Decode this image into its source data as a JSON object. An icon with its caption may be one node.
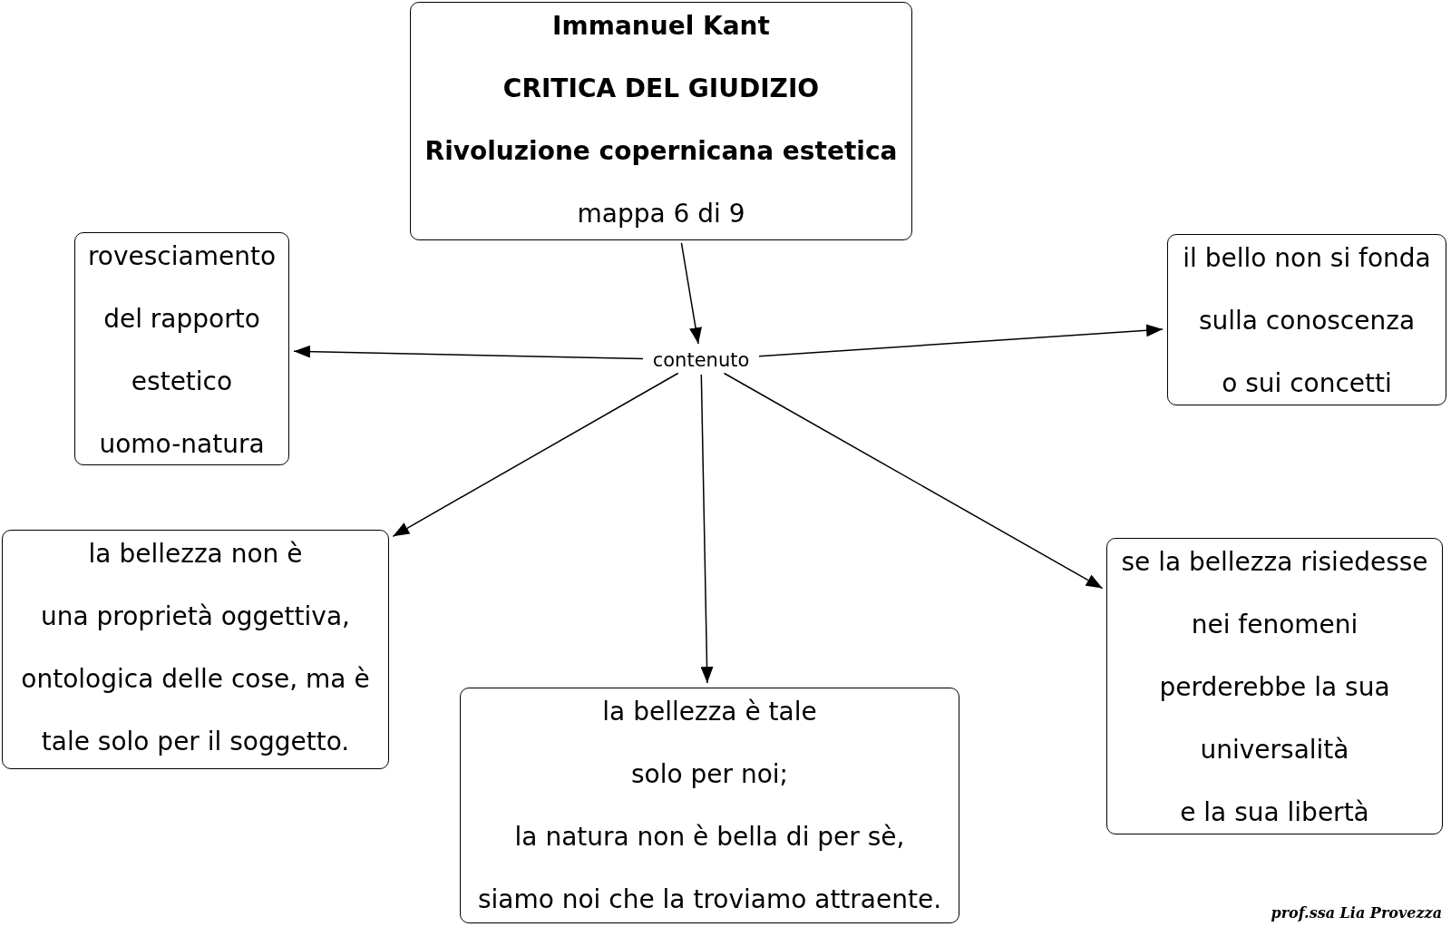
{
  "diagram": {
    "nodes": [
      {
        "text": [
          "Immanuel Kant",
          "CRITICA DEL GIUDIZIO",
          "Rivoluzione copernicana estetica",
          "mappa 6 di 9"
        ]
      },
      {
        "text": [
          "contenuto"
        ]
      },
      {
        "text": [
          "rovesciamento",
          "del rapporto",
          "estetico",
          "uomo-natura"
        ]
      },
      {
        "text": [
          "il bello non si fonda",
          "sulla conoscenza",
          "o sui concetti"
        ]
      },
      {
        "text": [
          "la bellezza non è",
          "una proprietà oggettiva,",
          "ontologica delle cose, ma è",
          "tale solo per il soggetto."
        ]
      },
      {
        "text": [
          "la bellezza è tale",
          "solo per noi;",
          "la natura non è bella di per sè,",
          "siamo noi che la troviamo attraente."
        ]
      },
      {
        "text": [
          "se la bellezza risiedesse",
          "nei fenomeni",
          "perderebbe la sua",
          "universalità",
          "e la sua libertà"
        ]
      }
    ],
    "edges": [
      {
        "from": 0,
        "to": 1,
        "arrow": "to"
      },
      {
        "from": 1,
        "to": 2,
        "arrow": "to"
      },
      {
        "from": 1,
        "to": 3,
        "arrow": "to"
      },
      {
        "from": 1,
        "to": 4,
        "arrow": "to"
      },
      {
        "from": 1,
        "to": 5,
        "arrow": "to"
      },
      {
        "from": 1,
        "to": 6,
        "arrow": "to"
      }
    ],
    "labels": [
      "prof.ssa Lia Provezza"
    ]
  }
}
